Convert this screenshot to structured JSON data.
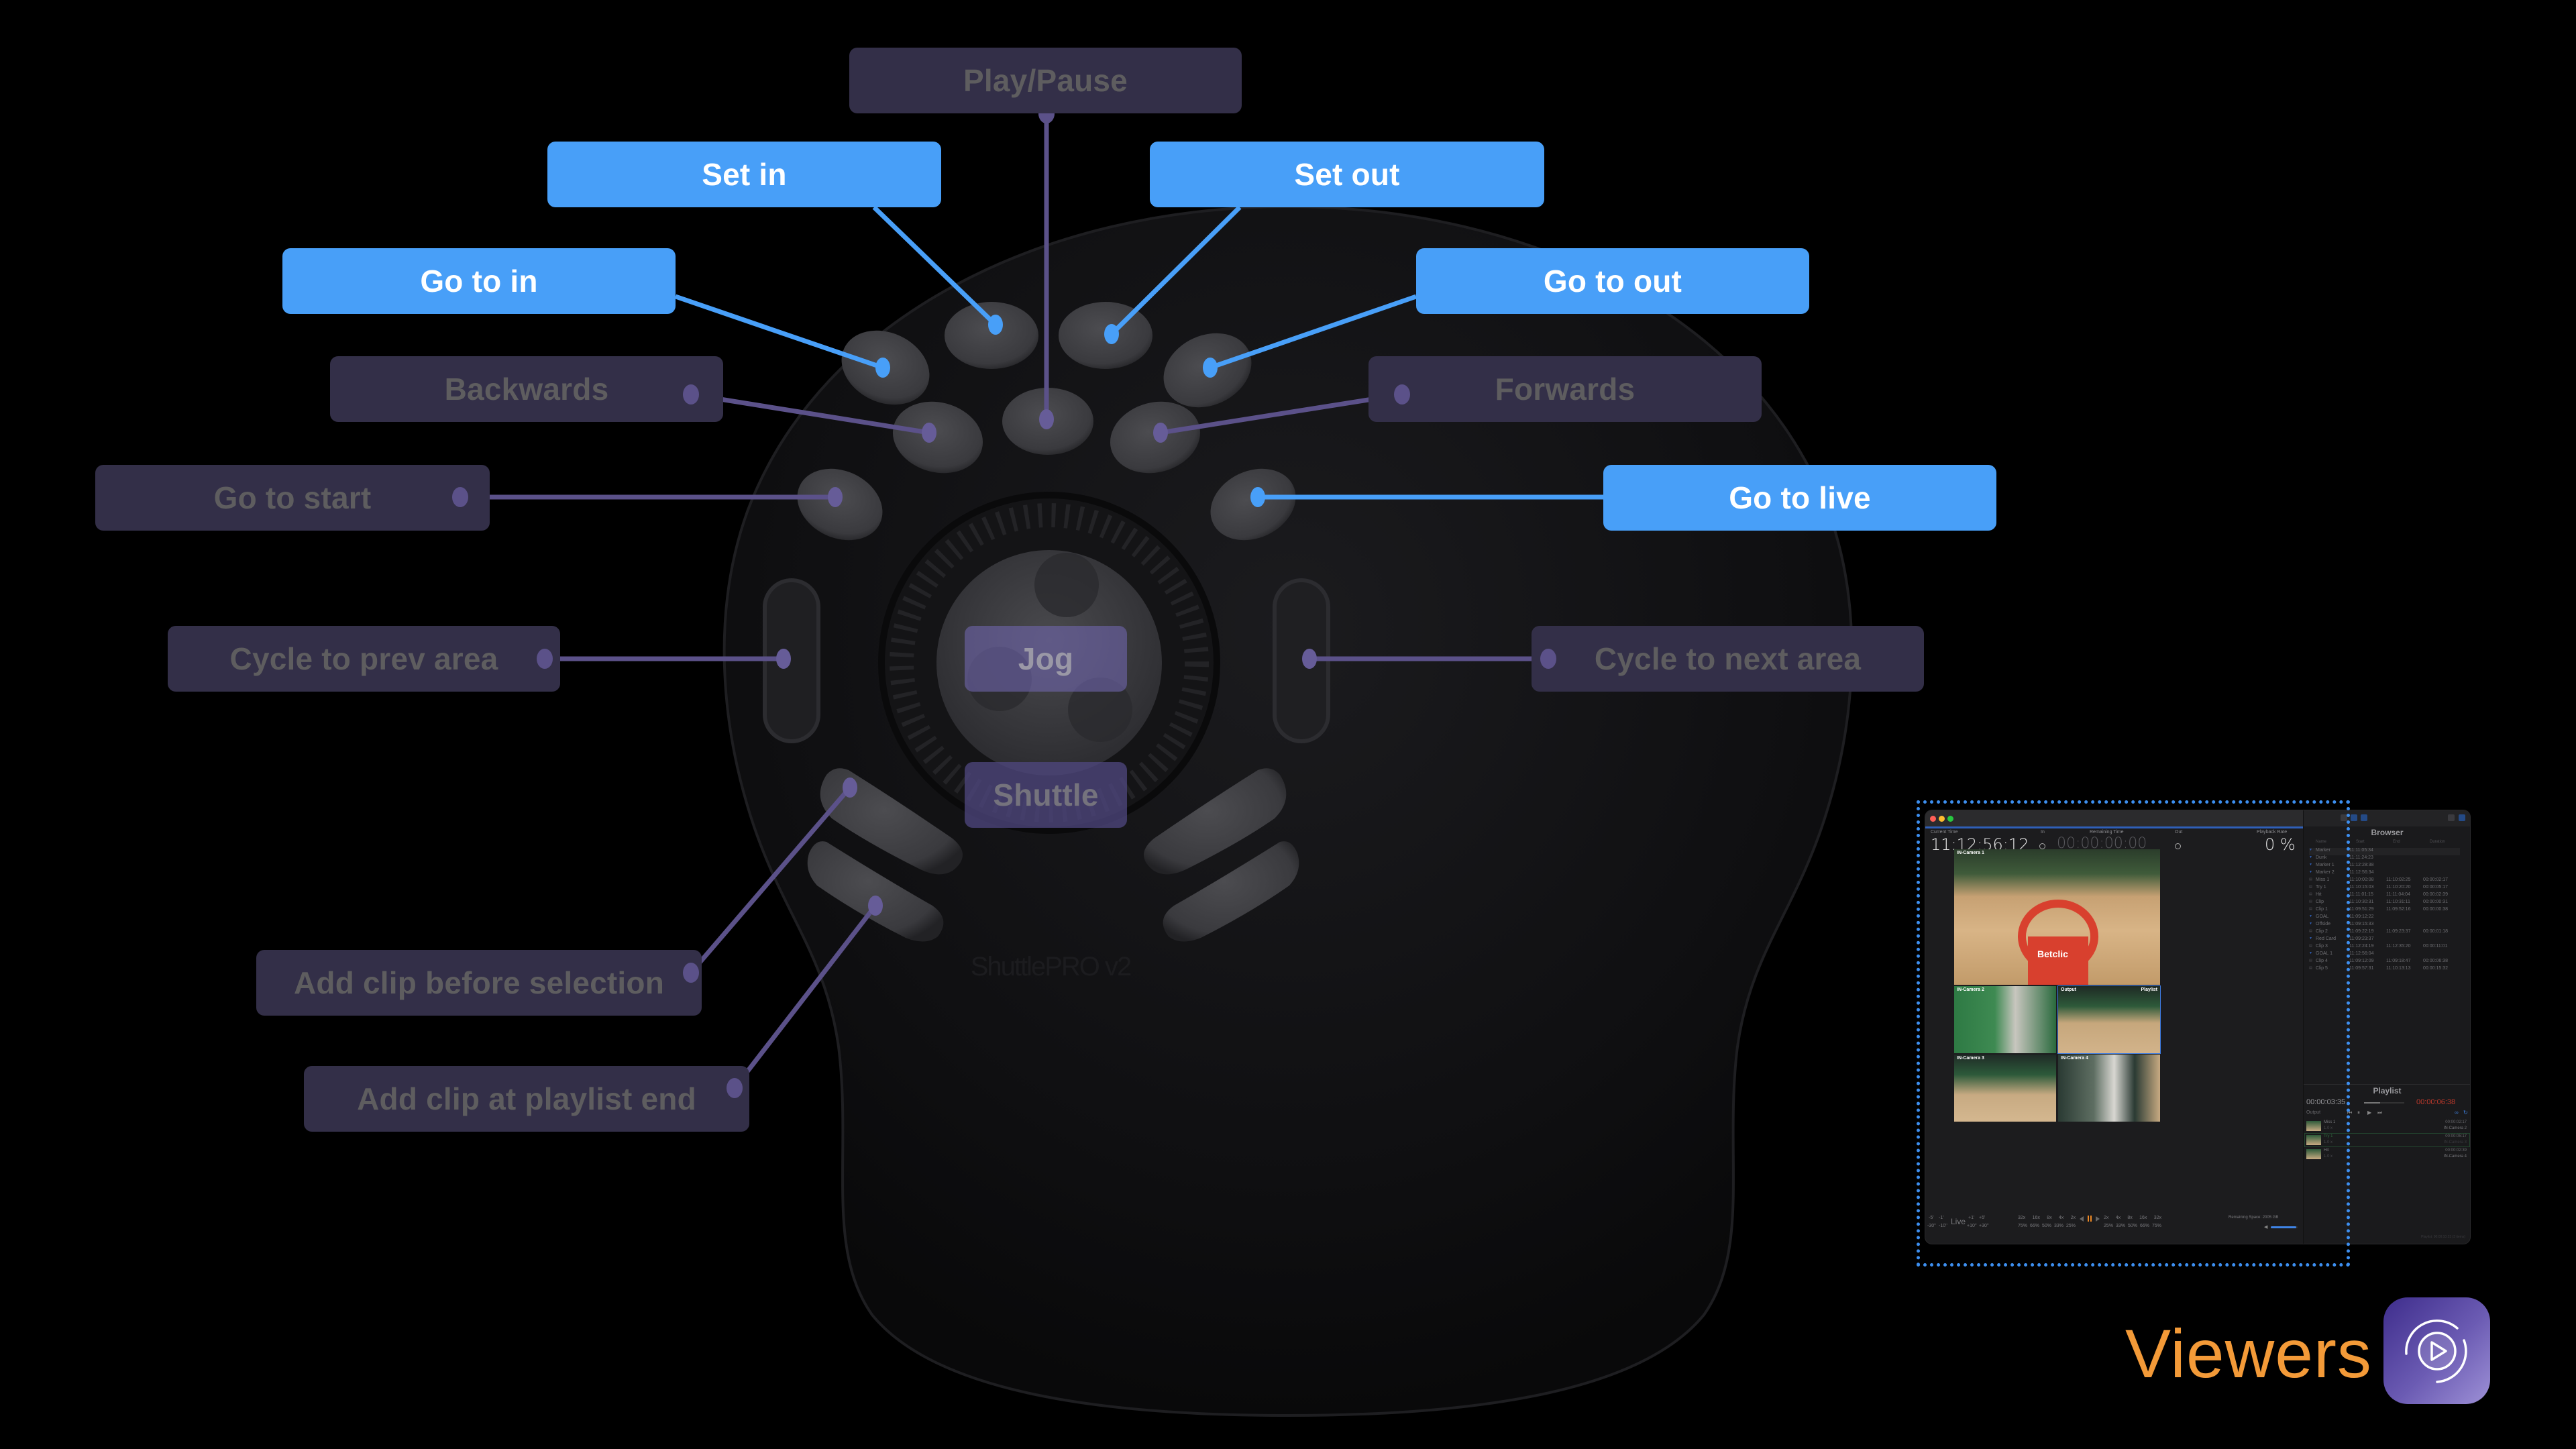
{
  "device": {
    "model_text": "ShuttlePRO v2"
  },
  "labels": {
    "play_pause": "Play/Pause",
    "set_in": "Set in",
    "set_out": "Set out",
    "go_to_in": "Go to in",
    "go_to_out": "Go to out",
    "backwards": "Backwards",
    "forwards": "Forwards",
    "go_to_start": "Go to start",
    "go_to_live": "Go to live",
    "cycle_prev": "Cycle to prev area",
    "cycle_next": "Cycle to next area",
    "jog": "Jog",
    "shuttle": "Shuttle",
    "add_before": "Add clip before selection",
    "add_end": "Add clip at playlist end"
  },
  "colors": {
    "active": "#489ff8",
    "inactive_bg": "#332f48",
    "connector_inactive": "#5b5189",
    "brand_orange": "#f39a38"
  },
  "viewer_app": {
    "current_time_label": "Current Time",
    "current_time": "11:12:56:12",
    "in_label": "In",
    "remaining_label": "Remaining Time",
    "remaining_time": "00:00:00:00",
    "out_label": "Out",
    "rate_label": "Playback Rate",
    "rate": "0 %",
    "feeds": [
      "IN-Camera 1",
      "IN-Camera 2",
      "Output",
      "IN-Camera 3",
      "IN-Camera 4"
    ],
    "output_tag": "Playlist",
    "ad_text": "Betclic",
    "browser": {
      "title": "Browser",
      "columns": [
        "Name",
        "Start",
        "End",
        "Duration"
      ],
      "rows": [
        {
          "name": "Marker",
          "start": "11:11:05:34",
          "end": "",
          "duration": ""
        },
        {
          "name": "Dunk",
          "start": "11:11:24:23",
          "end": "",
          "duration": ""
        },
        {
          "name": "Marker 1",
          "start": "11:12:28:38",
          "end": "",
          "duration": ""
        },
        {
          "name": "Marker 2",
          "start": "11:12:56:34",
          "end": "",
          "duration": ""
        },
        {
          "name": "Miss 1",
          "start": "11:10:00:08",
          "end": "11:10:02:25",
          "duration": "00:00:02:17"
        },
        {
          "name": "Try 1",
          "start": "11:10:15:03",
          "end": "11:10:20:20",
          "duration": "00:00:05:17"
        },
        {
          "name": "Hit",
          "start": "11:11:01:15",
          "end": "11:11:04:04",
          "duration": "00:00:02:39"
        },
        {
          "name": "Clip",
          "start": "11:10:30:31",
          "end": "11:10:31:11",
          "duration": "00:00:00:31"
        },
        {
          "name": "Clip 1",
          "start": "11:09:51:29",
          "end": "11:09:52:16",
          "duration": "00:00:00:38"
        },
        {
          "name": "GOAL",
          "start": "11:09:12:22",
          "end": "",
          "duration": ""
        },
        {
          "name": "Offside",
          "start": "11:09:15:33",
          "end": "",
          "duration": ""
        },
        {
          "name": "Clip 2",
          "start": "11:09:22:19",
          "end": "11:09:23:37",
          "duration": "00:00:01:18"
        },
        {
          "name": "Red Card",
          "start": "11:09:23:37",
          "end": "",
          "duration": ""
        },
        {
          "name": "Clip 3",
          "start": "11:12:24:19",
          "end": "11:12:35:20",
          "duration": "00:00:11:01"
        },
        {
          "name": "GOAL 1",
          "start": "11:12:56:04",
          "end": "",
          "duration": ""
        },
        {
          "name": "Clip 4",
          "start": "11:09:12:09",
          "end": "11:09:18:47",
          "duration": "00:00:06:38"
        },
        {
          "name": "Clip 5",
          "start": "11:09:57:31",
          "end": "11:10:13:13",
          "duration": "00:00:15:32"
        }
      ]
    },
    "playlist": {
      "title": "Playlist",
      "elapsed": "00:00:03:35",
      "remaining": "00:00:06:38",
      "output_label": "Output",
      "items": [
        {
          "name": "Miss 1",
          "speed": "1.0 x",
          "duration": "00:00:02:17",
          "source": "IN-Camera 2"
        },
        {
          "name": "Try 1",
          "speed": "1.0 x",
          "duration": "00:00:05:17",
          "source": "IN-Camera 3"
        },
        {
          "name": "Hit",
          "speed": "1.0 x",
          "duration": "00:00:02:39",
          "source": "IN-Camera 4"
        }
      ],
      "footer": "Playlist: 00:00:10:23 (3 items)"
    },
    "controls": {
      "skip_back": [
        "-5'",
        "-1'",
        "-30''",
        "-10''"
      ],
      "live": "Live",
      "skip_fwd": [
        "+1'",
        "+5'",
        "+10''",
        "+30''"
      ],
      "rev_speeds": [
        "32x",
        "16x",
        "8x",
        "4x",
        "2x"
      ],
      "rev_pcts": [
        "75%",
        "66%",
        "50%",
        "33%",
        "25%"
      ],
      "fwd_speeds": [
        "2x",
        "4x",
        "8x",
        "16x",
        "32x"
      ],
      "fwd_pcts": [
        "25%",
        "33%",
        "50%",
        "66%",
        "75%"
      ],
      "remaining_space": "Remaining Space: 2005 GB",
      "volume": 0.95
    }
  },
  "brand": {
    "name": "Viewers",
    "icon": "play-circle-icon"
  }
}
